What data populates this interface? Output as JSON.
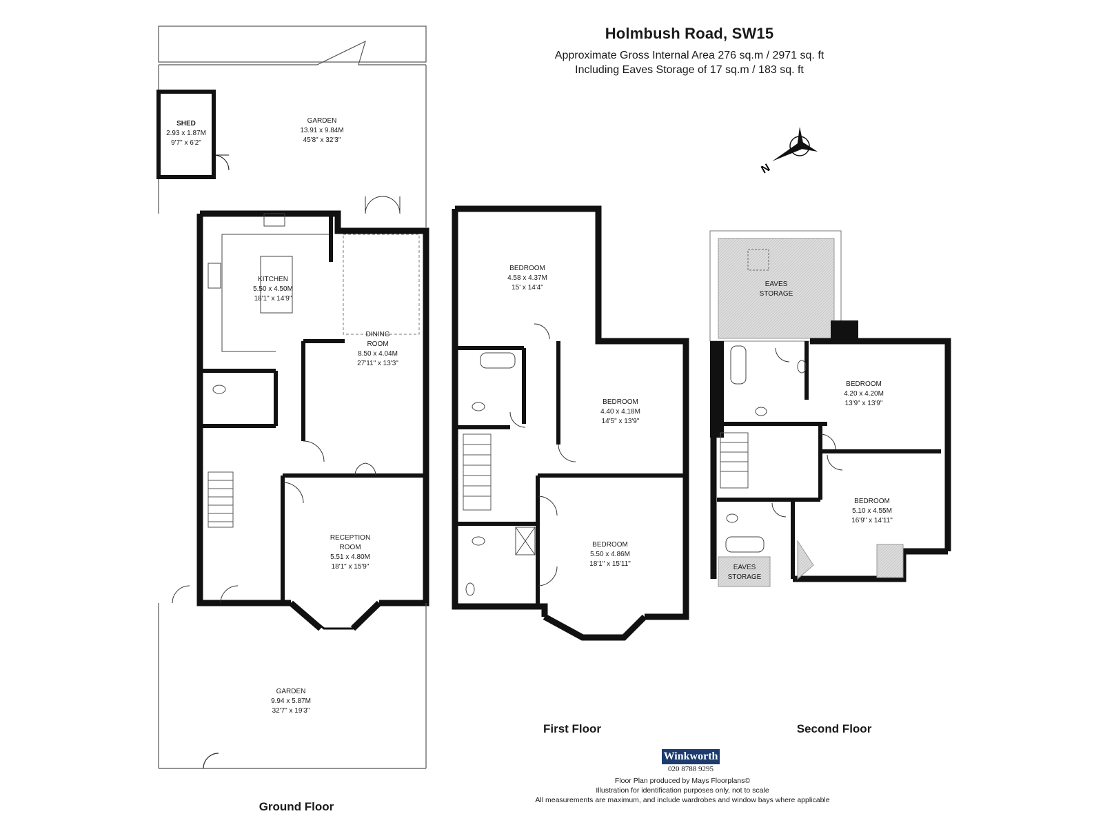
{
  "header": {
    "title": "Holmbush Road, SW15",
    "area_line": "Approximate Gross Internal Area 276 sq.m  /  2971 sq. ft",
    "eaves_line": "Including Eaves Storage of 17 sq.m  /  183 sq. ft"
  },
  "compass": {
    "label": "N"
  },
  "floors": {
    "ground": {
      "label": "Ground Floor",
      "rooms": {
        "garden_rear": {
          "name": "GARDEN",
          "metric": "13.91 x 9.84M",
          "imperial": "45'8\" x 32'3\""
        },
        "shed": {
          "name": "SHED",
          "metric": "2.93 x 1.87M",
          "imperial": "9'7\" x 6'2\""
        },
        "kitchen": {
          "name": "KITCHEN",
          "metric": "5.50 x 4.50M",
          "imperial": "18'1\" x 14'9\""
        },
        "dining": {
          "name": "DINING",
          "name2": "ROOM",
          "metric": "8.50 x 4.04M",
          "imperial": "27'11\" x 13'3\""
        },
        "reception": {
          "name": "RECEPTION",
          "name2": "ROOM",
          "metric": "5.51 x 4.80M",
          "imperial": "18'1\" x 15'9\""
        },
        "garden_front": {
          "name": "GARDEN",
          "metric": "9.94 x 5.87M",
          "imperial": "32'7\" x 19'3\""
        }
      }
    },
    "first": {
      "label": "First Floor",
      "rooms": {
        "bed1": {
          "name": "BEDROOM",
          "metric": "4.58 x 4.37M",
          "imperial": "15' x 14'4\""
        },
        "bed2": {
          "name": "BEDROOM",
          "metric": "4.40 x 4.18M",
          "imperial": "14'5\" x 13'9\""
        },
        "bed3": {
          "name": "BEDROOM",
          "metric": "5.50 x 4.86M",
          "imperial": "18'1\" x 15'11\""
        }
      }
    },
    "second": {
      "label": "Second Floor",
      "rooms": {
        "eaves1": {
          "name": "EAVES",
          "name2": "STORAGE"
        },
        "bed1": {
          "name": "BEDROOM",
          "metric": "4.20 x 4.20M",
          "imperial": "13'9\" x 13'9\""
        },
        "bed2": {
          "name": "BEDROOM",
          "metric": "5.10 x 4.55M",
          "imperial": "16'9\" x 14'11\""
        },
        "eaves2": {
          "name": "EAVES",
          "name2": "STORAGE"
        }
      }
    }
  },
  "agent": {
    "name": "Winkworth",
    "phone": "020 8788 9295"
  },
  "footer": {
    "line1": "Floor Plan produced by Mays Floorplans©",
    "line2": "Illustration for identification purposes only, not to scale",
    "line3": "All measurements are maximum, and include wardrobes and window bays where applicable"
  },
  "colors": {
    "wall": "#111111",
    "eaves_fill": "#d9d9d9",
    "brand": "#1d3b6e"
  }
}
